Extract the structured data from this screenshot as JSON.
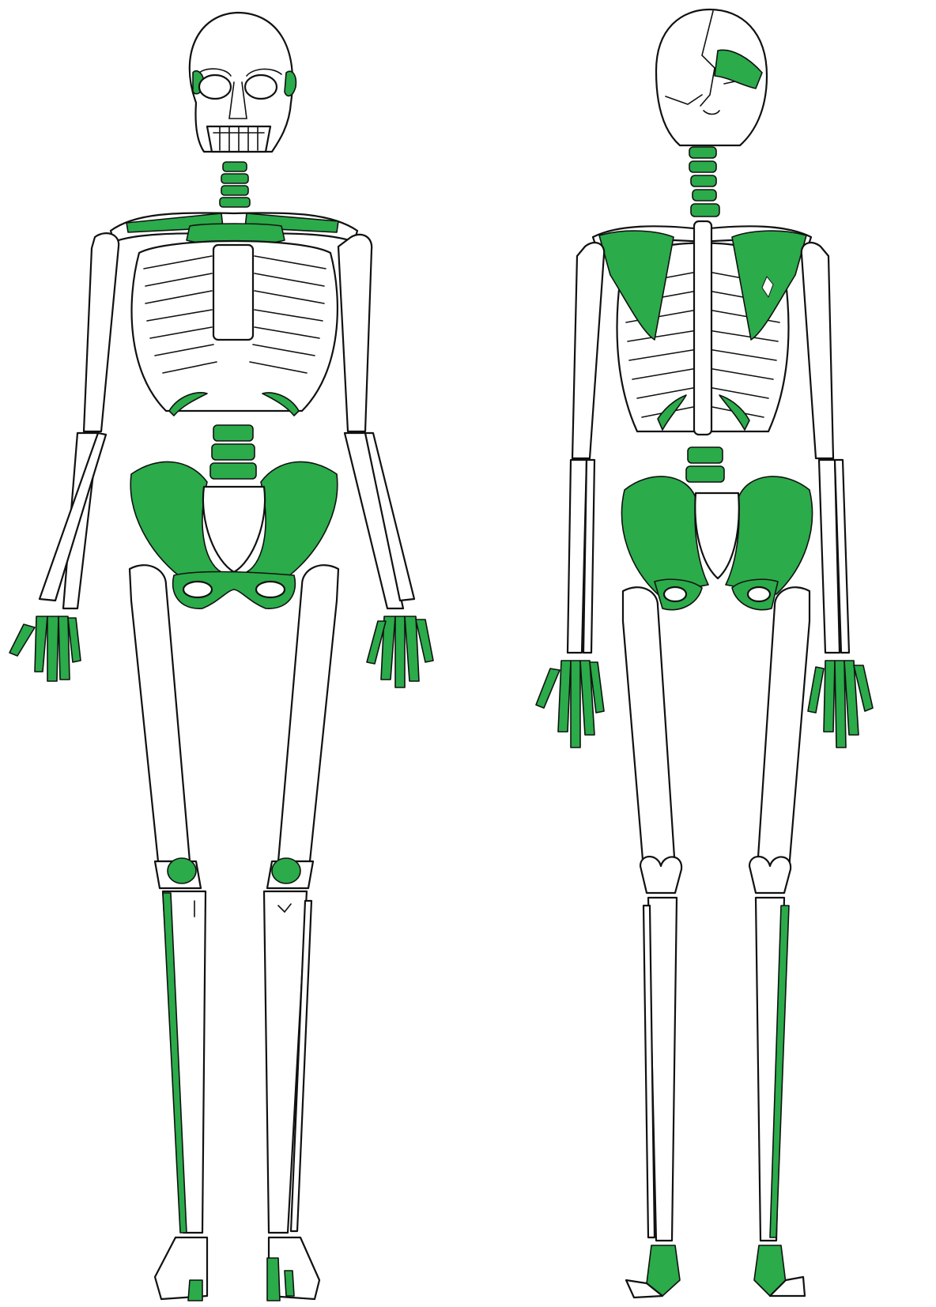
{
  "colors": {
    "highlight": "#2bab4a",
    "bone_outline": "#111111",
    "background": "#ffffff"
  },
  "views": [
    {
      "view": "anterior",
      "highlighted_regions": [
        "temporal-region-left",
        "temporal-region-right",
        "cervical-vertebrae",
        "clavicle-right",
        "clavicle-left",
        "sternal-ends-upper-ribs",
        "lower-costal-margins",
        "lumbar-vertebrae",
        "ilium-right",
        "ilium-left",
        "pubis-ischium",
        "hand-bones-right",
        "hand-bones-left",
        "patella-right",
        "patella-left",
        "tibia-lateral-margin",
        "foot-bones"
      ]
    },
    {
      "view": "posterior",
      "highlighted_regions": [
        "parietal-bone-patch",
        "cervical-vertebrae",
        "thoracic-vertebrae-upper",
        "scapula-right",
        "scapula-left",
        "lower-ribs",
        "lumbar-vertebrae",
        "ilium-right",
        "ilium-left",
        "ischium",
        "hand-bones-right",
        "hand-bones-left",
        "fibula-right",
        "calcaneus-right",
        "calcaneus-left"
      ]
    }
  ]
}
